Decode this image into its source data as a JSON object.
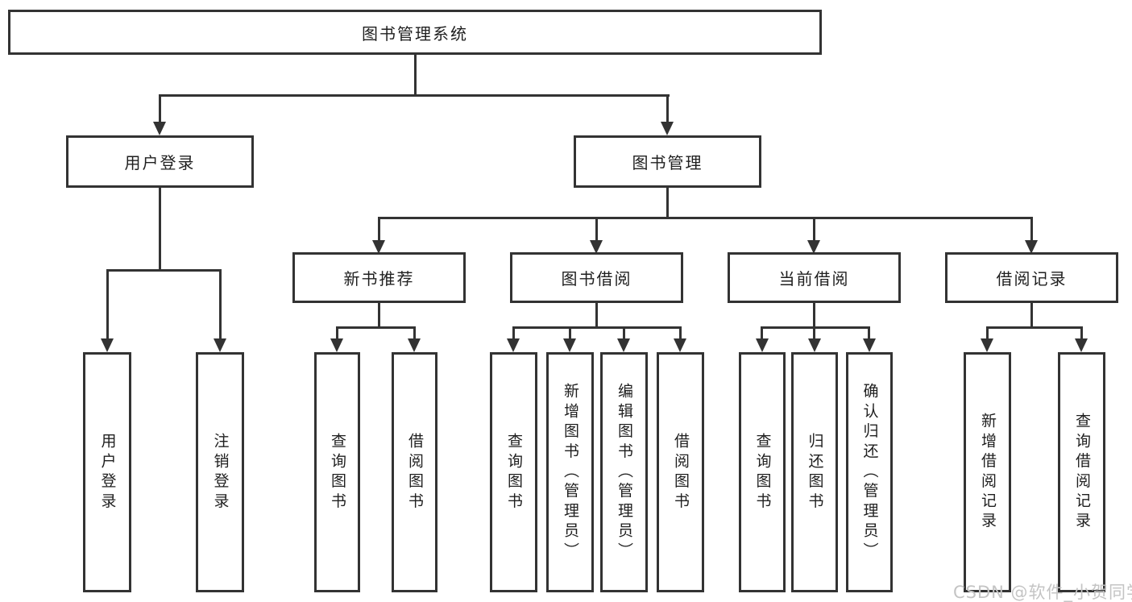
{
  "tree": {
    "root": {
      "label": "图书管理系统"
    },
    "user_login_branch": {
      "label": "用户登录",
      "children": [
        {
          "label": "用户登录"
        },
        {
          "label": "注销登录"
        }
      ]
    },
    "book_mgmt_branch": {
      "label": "图书管理",
      "groups": [
        {
          "label": "新书推荐",
          "children": [
            {
              "label": "查询图书"
            },
            {
              "label": "借阅图书"
            }
          ]
        },
        {
          "label": "图书借阅",
          "children": [
            {
              "label": "查询图书"
            },
            {
              "label": "新增图书（管理员）"
            },
            {
              "label": "编辑图书（管理员）"
            },
            {
              "label": "借阅图书"
            }
          ]
        },
        {
          "label": "当前借阅",
          "children": [
            {
              "label": "查询图书"
            },
            {
              "label": "归还图书"
            },
            {
              "label": "确认归还（管理员）"
            }
          ]
        },
        {
          "label": "借阅记录",
          "children": [
            {
              "label": "新增借阅记录"
            },
            {
              "label": "查询借阅记录"
            }
          ]
        }
      ]
    }
  },
  "watermark": "CSDN @软件_小贺同学",
  "colors": {
    "line": "#333333",
    "text": "#1f1f1f",
    "watermark": "#c4c4c4",
    "background": "#ffffff"
  }
}
